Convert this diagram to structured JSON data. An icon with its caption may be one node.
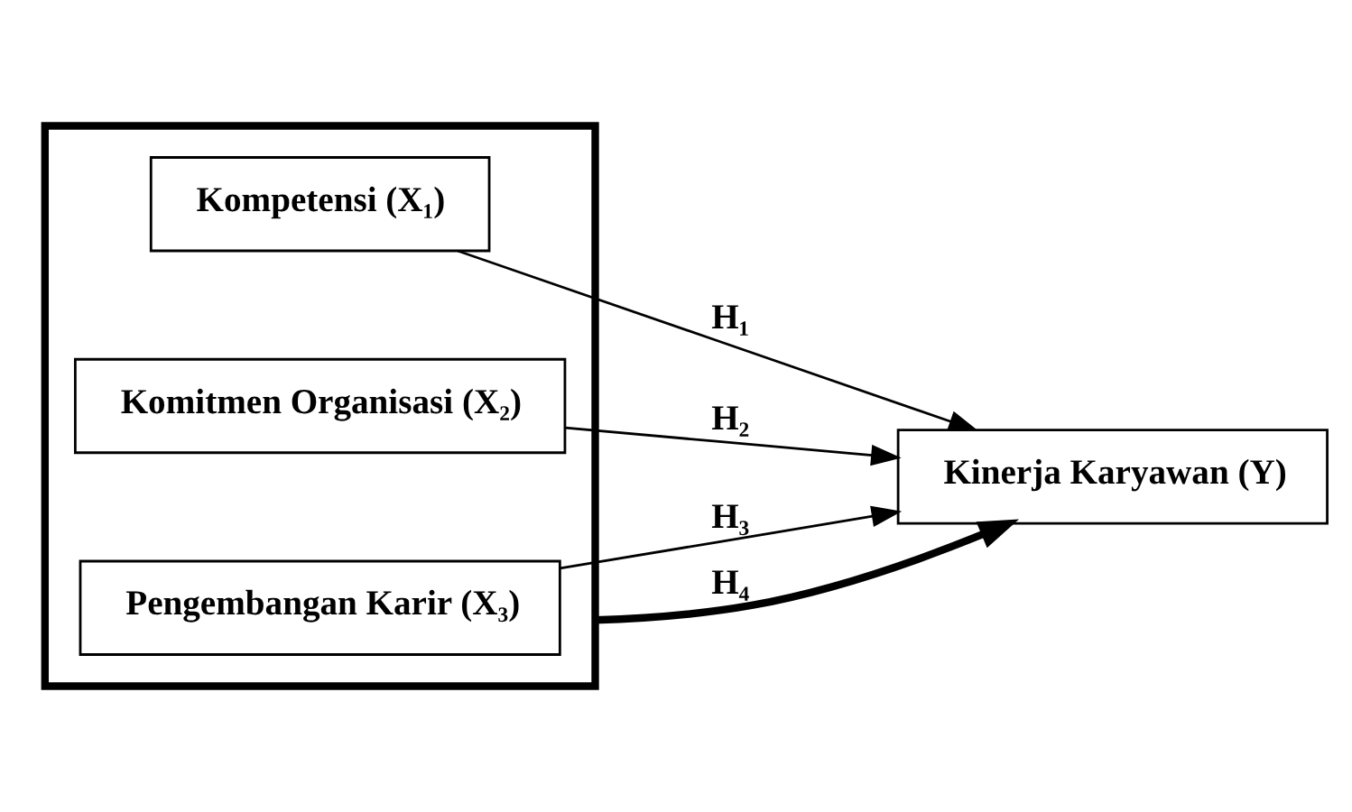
{
  "diagram": {
    "nodes": [
      {
        "text": [],
        "shape": "box"
      },
      {
        "text": [
          "Kompetensi (X₁)"
        ],
        "in": 0
      },
      {
        "text": [
          "Komitmen Organisasi (X₂)"
        ],
        "in": 0
      },
      {
        "text": [
          "Pengembangan Karir (X₃)"
        ],
        "in": 0
      },
      {
        "text": [
          "Kinerja Karyawan (Y)"
        ]
      }
    ],
    "edges": [
      {
        "from": 1,
        "to": 4,
        "arrow": "to",
        "label": "H₁"
      },
      {
        "from": 2,
        "to": 4,
        "arrow": "to",
        "label": "H₂"
      },
      {
        "from": 3,
        "to": 4,
        "arrow": "to",
        "label": "H₃"
      },
      {
        "from": 0,
        "to": 4,
        "arrow": "to",
        "label": "H₄",
        "style": "thick"
      }
    ]
  }
}
